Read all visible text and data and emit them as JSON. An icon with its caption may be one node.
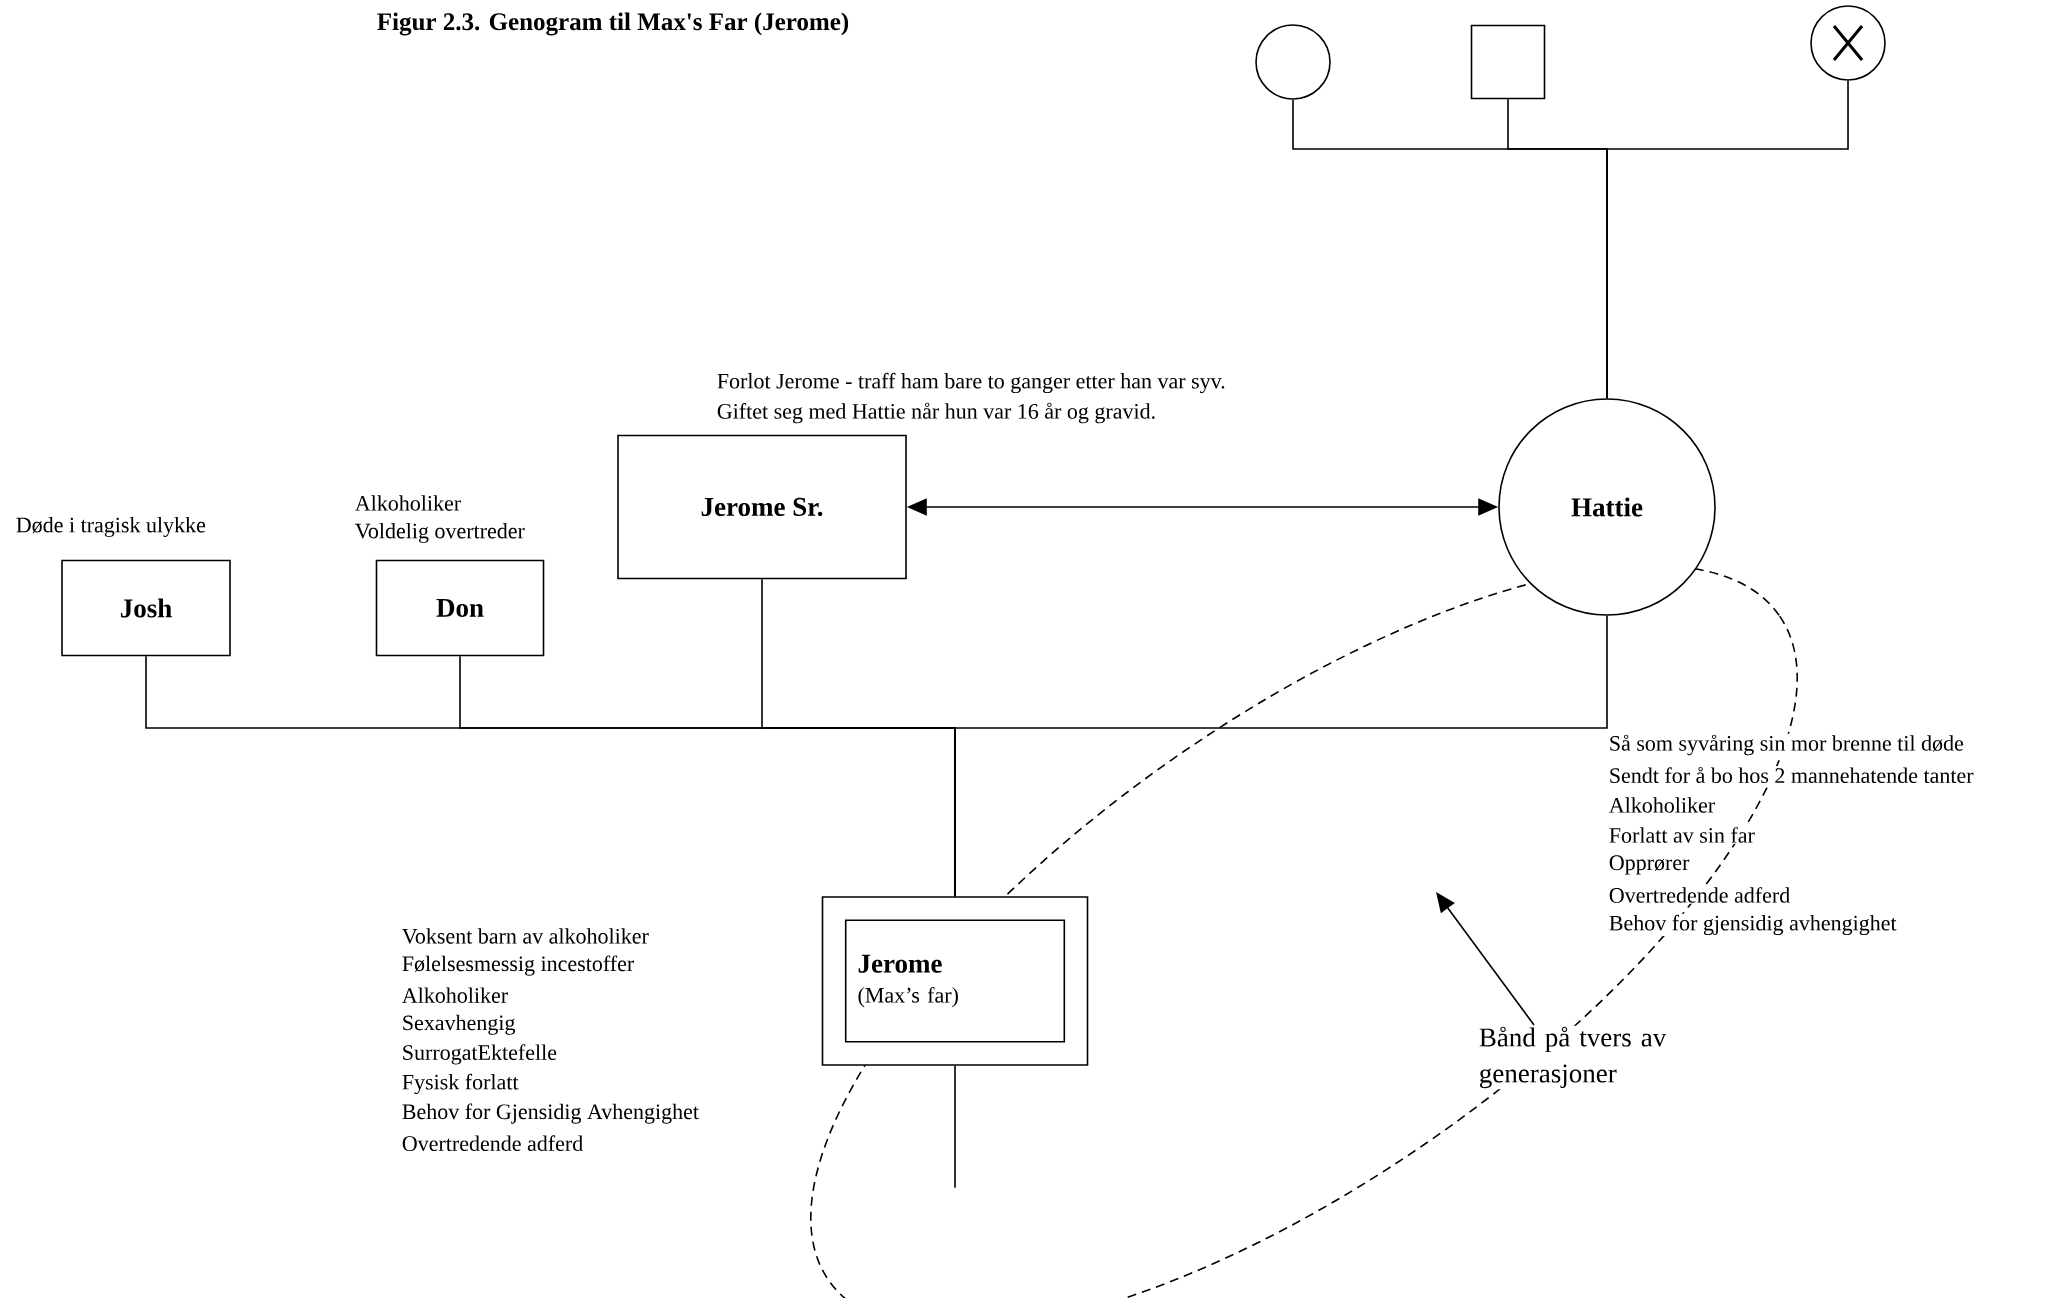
{
  "diagram": {
    "title": "Figur 2.3. Genogram til Max's Far (Jerome)",
    "nodes": [
      {
        "text": [],
        "shape": "circle"
      },
      {
        "text": [],
        "shape": "box"
      },
      {
        "text": [],
        "shape": "crossed-circle"
      },
      {
        "text": [
          "Josh"
        ],
        "beside": [
          "Døde i tragisk ulykke"
        ]
      },
      {
        "text": [
          "Don"
        ],
        "beside": [
          "Alkoholiker",
          "Voldelig overtreder"
        ]
      },
      {
        "text": [
          "Jerome Sr."
        ],
        "beside": [
          "Forlot Jerome - traff ham bare to ganger etter han var syv.",
          "Giftet seg med Hattie når hun var 16 år og gravid."
        ]
      },
      {
        "text": [
          "Hattie"
        ],
        "beside": [
          "Så som syvåring sin mor brenne til døde",
          "Sendt for å bo hos 2 mannehatende tanter",
          "Alkoholiker",
          "Forlatt av sin far",
          "Opprører",
          "Overtredende adferd",
          "Behov for gjensidig avhengighet"
        ]
      },
      {
        "text": [
          "Jerome",
          "(Max’s far)"
        ],
        "beside": [
          "Voksent barn av alkoholiker",
          "Følelsesmessig incestoffer",
          "Alkoholiker",
          "Sexavhengig",
          "SurrogatEktefelle",
          "Fysisk forlatt",
          "Behov for Gjensidig Avhengighet",
          "Overtredende adferd"
        ]
      },
      {
        "text": [
          "Bånd på tvers av generasjoner"
        ]
      }
    ],
    "edges": [
      {
        "from": 0,
        "to": 6,
        "arrow": "none"
      },
      {
        "from": 1,
        "to": 6,
        "arrow": "none"
      },
      {
        "from": 2,
        "to": 6,
        "arrow": "none"
      },
      {
        "from": 3,
        "to": 7,
        "arrow": "none"
      },
      {
        "from": 4,
        "to": 7,
        "arrow": "none"
      },
      {
        "from": 5,
        "to": 7,
        "arrow": "none"
      },
      {
        "from": 6,
        "to": 7,
        "arrow": "none"
      },
      {
        "from": 5,
        "to": 6,
        "arrow": "both"
      },
      {
        "from": 7,
        "to": null,
        "arrow": "none"
      },
      {
        "from": 8,
        "to": null,
        "arrow": "to"
      }
    ]
  }
}
